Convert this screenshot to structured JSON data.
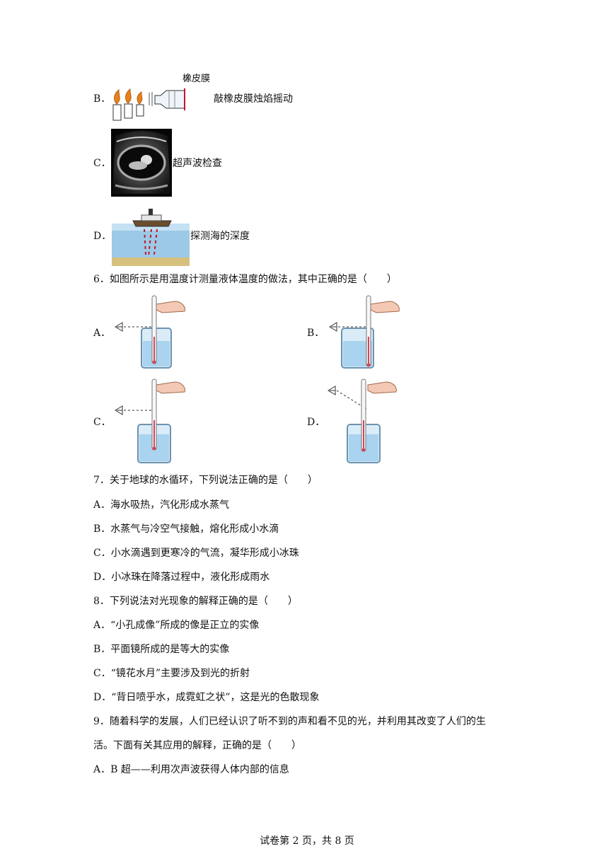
{
  "q5_options": {
    "B": {
      "label": "B．",
      "caption": "敲橡皮膜烛焰摇动",
      "membrane_label": "橡皮膜"
    },
    "C": {
      "label": "C．",
      "caption": "超声波检查"
    },
    "D": {
      "label": "D．",
      "caption": "探测海的深度"
    }
  },
  "q6": {
    "stem": "6．如图所示是用温度计测量液体温度的做法，其中正确的是（　　）",
    "options": [
      "A．",
      "B．",
      "C．",
      "D．"
    ]
  },
  "q7": {
    "stem": "7．关于地球的水循环，下列说法正确的是（　　）",
    "options": [
      "A．海水吸热，汽化形成水蒸气",
      "B．水蒸气与冷空气接触，熔化形成小水滴",
      "C．小水滴遇到更寒冷的气流，凝华形成小冰珠",
      "D．小冰珠在降落过程中，液化形成雨水"
    ]
  },
  "q8": {
    "stem": "8．下列说法对光现象的解释正确的是（　　）",
    "options": [
      "A．“小孔成像”所成的像是正立的实像",
      "B．平面镜所成的是等大的实像",
      "C．“镜花水月”主要涉及到光的折射",
      "D．“背日喷乎水，成霓虹之状”，这是光的色散现象"
    ]
  },
  "q9": {
    "stem_line1": "9．随着科学的发展，人们已经认识了听不到的声和看不见的光，并利用其改变了人们的生",
    "stem_line2": "活。下面有关其应用的解释，正确的是（　　）",
    "option_a": "A．B 超——利用次声波获得人体内部的信息"
  },
  "footer": "试卷第 2 页，共 8 页"
}
